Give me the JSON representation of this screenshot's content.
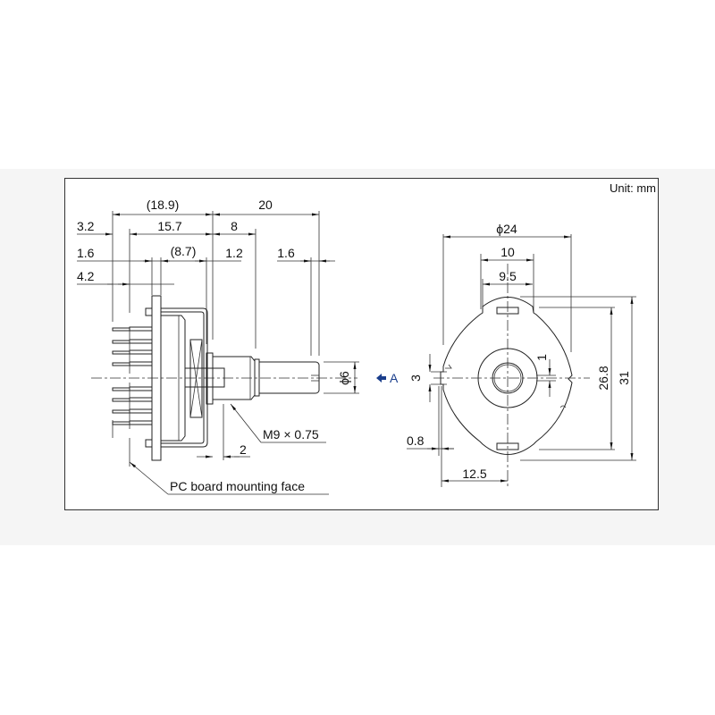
{
  "drawing": {
    "unit_label": "Unit: mm",
    "accent_color": "#1a3e8c",
    "side_view": {
      "dimensions": {
        "overall_body": "(18.9)",
        "shaft_length": "20",
        "left_offset": "3.2",
        "body_to_bushing": "15.7",
        "bushing_length": "8",
        "pin_spacing": "1.6",
        "inner_depth": "(8.7)",
        "flange": "1.2",
        "shaft_slot": "1.6",
        "pin_length": "4.2",
        "shaft_diameter": "ϕ6",
        "bushing_offset": "2"
      },
      "callouts": {
        "thread": "M9 × 0.75",
        "mounting_face": "PC board mounting face"
      }
    },
    "front_view": {
      "dimensions": {
        "body_diameter": "ϕ24",
        "tab_width_outer": "10",
        "tab_width_inner": "9.5",
        "slot_depth": "1",
        "view_marker": "A",
        "locator_width": "3",
        "locator_thickness": "0.8",
        "half_width": "12.5",
        "tab_height_inner": "26.8",
        "tab_height_outer": "31"
      }
    }
  }
}
